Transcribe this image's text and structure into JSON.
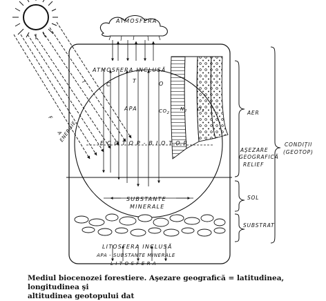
{
  "labels": {
    "atmosfera": "ATMOSFERA",
    "atmosfera_inclusa": "ATMOSFERA  INCLUSĂ",
    "c": "C",
    "t": "T",
    "o": "O",
    "apa": "APA",
    "co2": "CO",
    "co2_sub": "2",
    "n2": "N",
    "n2_sub": "2",
    "o2": "O",
    "o2_sub": "2",
    "energie": "ENERGIE",
    "ecotop": "E C O T O P - B I O T O P",
    "substante_minerale_1": "SUBSTANTE",
    "substante_minerale_2": "MINERALE",
    "litosfera_inclusa": "LITOSFERA  INCLUSĂ",
    "apa_substante": "APA - SUBSTANTE MINERALE",
    "litosfera": "L I T O S F E R A",
    "aer": "AER",
    "asezare_1": "AŞEZARE",
    "asezare_2": "GEOGRAFICĂ",
    "asezare_3": "RELIEF",
    "sol": "SOL",
    "substrat": "SUBSTRAT",
    "conditii_1": "CONDIŢII",
    "conditii_2": "(GEOTOP)",
    "ray_t": "T",
    "ray_f": "F",
    "ray_a": "A"
  },
  "caption": {
    "line1": "Mediul  biocenozei forestiere.  Aşezare  geografică = latitudinea,  longitudinea şi",
    "line2": "altitudinea  geotopului dat"
  }
}
